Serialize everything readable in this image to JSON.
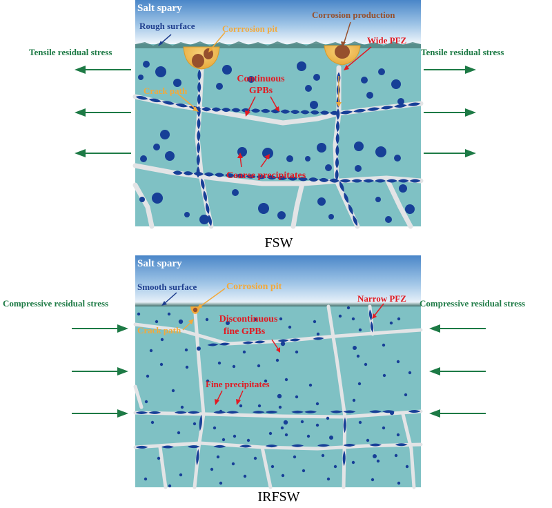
{
  "colors": {
    "matrix": "#7fc1c4",
    "gpb": "#173f97",
    "boundary": "#e3e4e6",
    "sky_top": "#4a86c8",
    "sky_bottom": "#eaf3fb",
    "stress": "#1d7a45",
    "red": "#e21a22",
    "orange": "#f2a93b",
    "brown": "#96502d",
    "navy": "#1f3f8f"
  },
  "fsw": {
    "salt": "Salt spary",
    "surface": "Rough surface",
    "pit": "Corrrosion pit",
    "product": "Corrosion production",
    "pfz": "Wide PFZ",
    "stress_left": "Tensile residual stress",
    "stress_right": "Tensile residual stress",
    "crack": "Crack path",
    "gpb_line1": "Continuous",
    "gpb_line2": "GPBs",
    "precip": "Coarse precipitates",
    "caption": "FSW"
  },
  "irfsw": {
    "salt": "Salt spary",
    "surface": "Smooth surface",
    "pit": "Corrosion pit",
    "pfz": "Narrow PFZ",
    "stress_left": "Compressive residual stress",
    "stress_right": "Compressive residual stress",
    "crack": "Crack path",
    "gpb_line1": "Discontinuous",
    "gpb_line2": "fine GPBs",
    "precip": "Fine precipitates",
    "caption": "IRFSW"
  }
}
